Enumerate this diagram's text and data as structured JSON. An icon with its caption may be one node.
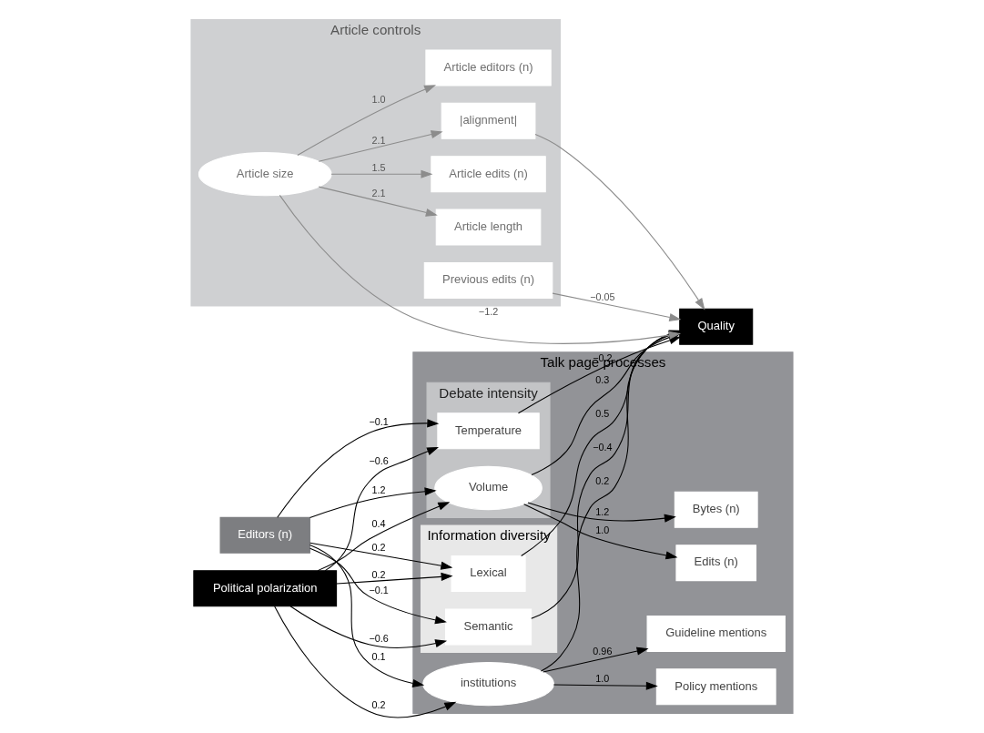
{
  "diagram": {
    "nodes": [
      {
        "text": [
          "Talk page processes"
        ]
      },
      {
        "text": [
          "Edits (n)"
        ],
        "in": 0
      },
      {
        "text": [
          "Bytes (n)"
        ],
        "in": 0
      },
      {
        "text": [
          "Debate intensity"
        ],
        "in": 0
      },
      {
        "text": [
          "Volume"
        ],
        "in": 3
      },
      {
        "text": [
          "Temperature"
        ],
        "in": 3
      },
      {
        "text": [
          "Information diversity"
        ],
        "in": 0
      },
      {
        "text": [
          "Lexical"
        ],
        "in": 6
      },
      {
        "text": [
          "Semantic"
        ],
        "in": 6
      },
      {
        "text": [
          "institutions"
        ],
        "in": 0
      },
      {
        "text": [
          "Policy mentions"
        ],
        "in": 0
      },
      {
        "text": [
          "Guideline mentions"
        ],
        "in": 0
      },
      {
        "text": [
          "Political polarization"
        ]
      },
      {
        "text": [
          "Editors (n)"
        ]
      },
      {
        "text": [
          "Article controls"
        ]
      },
      {
        "text": [
          "Article editors (n)"
        ],
        "in": 14
      },
      {
        "text": [
          "Article length"
        ],
        "in": 14
      },
      {
        "text": [
          "Article edits (n)"
        ],
        "in": 14
      },
      {
        "text": [
          "Article size"
        ],
        "in": 14
      },
      {
        "text": [
          "|alignment|"
        ],
        "in": 14
      },
      {
        "text": [
          "Previous edits (n)"
        ],
        "in": 14
      },
      {
        "text": [
          "Quality"
        ]
      }
    ],
    "edges": [
      {
        "from": 4,
        "to": 1,
        "arrow": "to",
        "label": "1.0"
      },
      {
        "from": 4,
        "to": 2,
        "arrow": "to",
        "label": "1.2"
      },
      {
        "from": 12,
        "to": 4,
        "arrow": "to",
        "label": "0.4"
      },
      {
        "from": 12,
        "to": 5,
        "arrow": "to",
        "label": "−0.6"
      },
      {
        "from": 12,
        "to": 7,
        "arrow": "to",
        "label": "0.2"
      },
      {
        "from": 12,
        "to": 8,
        "arrow": "to",
        "label": "−0.6"
      },
      {
        "from": 12,
        "to": 9,
        "arrow": "to",
        "label": "0.2"
      },
      {
        "from": 13,
        "to": 4,
        "arrow": "to",
        "label": "1.2"
      },
      {
        "from": 13,
        "to": 5,
        "arrow": "to",
        "label": "−0.1"
      },
      {
        "from": 13,
        "to": 7,
        "arrow": "to",
        "label": "0.2"
      },
      {
        "from": 13,
        "to": 8,
        "arrow": "to",
        "label": "−0.1"
      },
      {
        "from": 13,
        "to": 9,
        "arrow": "to",
        "label": "0.1"
      },
      {
        "from": 4,
        "to": 21,
        "arrow": "to",
        "label": "0.3"
      },
      {
        "from": 5,
        "to": 21,
        "arrow": "to",
        "label": "−0.2"
      },
      {
        "from": 7,
        "to": 21,
        "arrow": "to",
        "label": "0.5"
      },
      {
        "from": 8,
        "to": 21,
        "arrow": "to",
        "label": "−0.4"
      },
      {
        "from": 9,
        "to": 21,
        "arrow": "to",
        "label": "0.2"
      },
      {
        "from": 9,
        "to": 10,
        "arrow": "to",
        "label": "1.0"
      },
      {
        "from": 9,
        "to": 11,
        "arrow": "to",
        "label": "0.96"
      },
      {
        "from": 18,
        "to": 15,
        "arrow": "to",
        "label": "1.0",
        "color": "#8c8c8c"
      },
      {
        "from": 18,
        "to": 16,
        "arrow": "to",
        "label": "2.1",
        "color": "#8c8c8c"
      },
      {
        "from": 18,
        "to": 17,
        "arrow": "to",
        "label": "1.5",
        "color": "#8c8c8c"
      },
      {
        "from": 18,
        "to": 19,
        "arrow": "to",
        "label": "2.1",
        "color": "#8c8c8c"
      },
      {
        "from": 18,
        "to": 21,
        "arrow": "to",
        "label": "−1.2",
        "color": "#8c8c8c"
      },
      {
        "from": 19,
        "to": 21,
        "arrow": "to",
        "color": "#8c8c8c"
      },
      {
        "from": 20,
        "to": 21,
        "arrow": "to",
        "label": "−0.05",
        "color": "#8c8c8c"
      }
    ]
  }
}
